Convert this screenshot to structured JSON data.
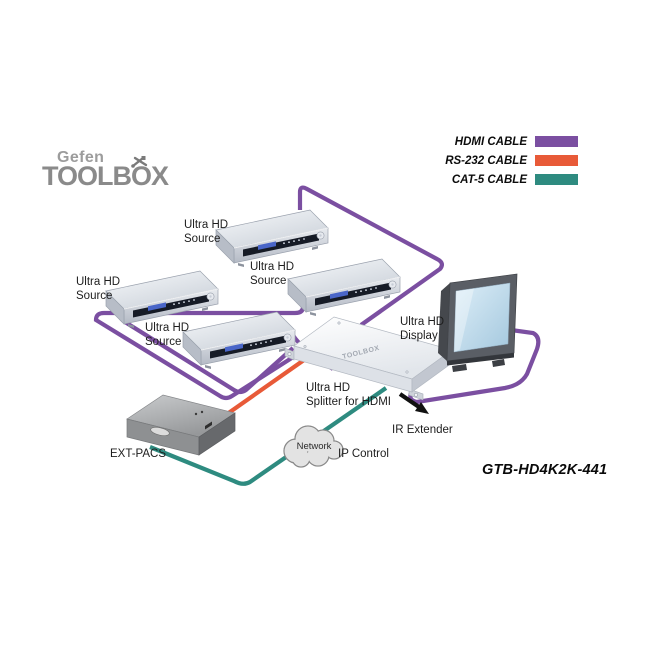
{
  "logo": {
    "brand": "Gefen",
    "product": "TOOLBOX"
  },
  "legend": {
    "items": [
      {
        "label": "HDMI CABLE",
        "color": "#7B4FA1"
      },
      {
        "label": "RS-232 CABLE",
        "color": "#E85A38"
      },
      {
        "label": "CAT-5 CABLE",
        "color": "#2E8B80"
      }
    ]
  },
  "diagram": {
    "sources": [
      {
        "label": "Ultra HD\nSource"
      },
      {
        "label": "Ultra HD\nSource"
      },
      {
        "label": "Ultra HD\nSource"
      },
      {
        "label": "Ultra HD\nSource"
      }
    ],
    "splitter": {
      "label": "Ultra HD\nSplitter for HDMI",
      "surface_text": "TOOLBOX"
    },
    "display": {
      "label": "Ultra HD\nDisplay"
    },
    "ext_pacs": {
      "label": "EXT-PACS"
    },
    "network": {
      "cloud_label": "Network",
      "ip_label": "IP Control"
    },
    "ir_extender": {
      "label": "IR Extender"
    }
  },
  "model_number": "GTB-HD4K2K-441"
}
